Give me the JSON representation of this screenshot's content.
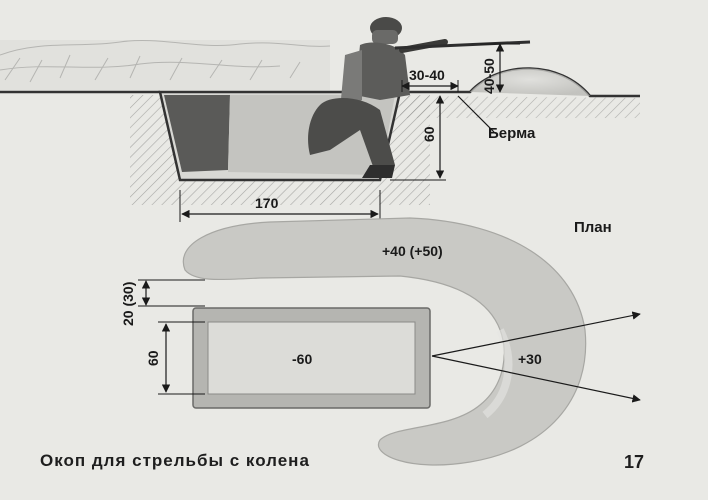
{
  "labels": {
    "dim_170": "170",
    "dim_60_depth": "60",
    "dim_30_40": "30-40",
    "dim_40_50": "40-50",
    "berma": "Берма",
    "plan": "План",
    "parapet_height": "+40 (+50)",
    "pit_depth": "-60",
    "side_parapet": "+30",
    "dim_20_30": "20 (30)",
    "dim_60_width": "60"
  },
  "caption": "Окоп для стрельбы с колена",
  "page_number": "17",
  "colors": {
    "background": "#e9e9e5",
    "ink": "#1a1a1a",
    "earth": "#cfcfcb",
    "trench_wall": "#555555"
  }
}
